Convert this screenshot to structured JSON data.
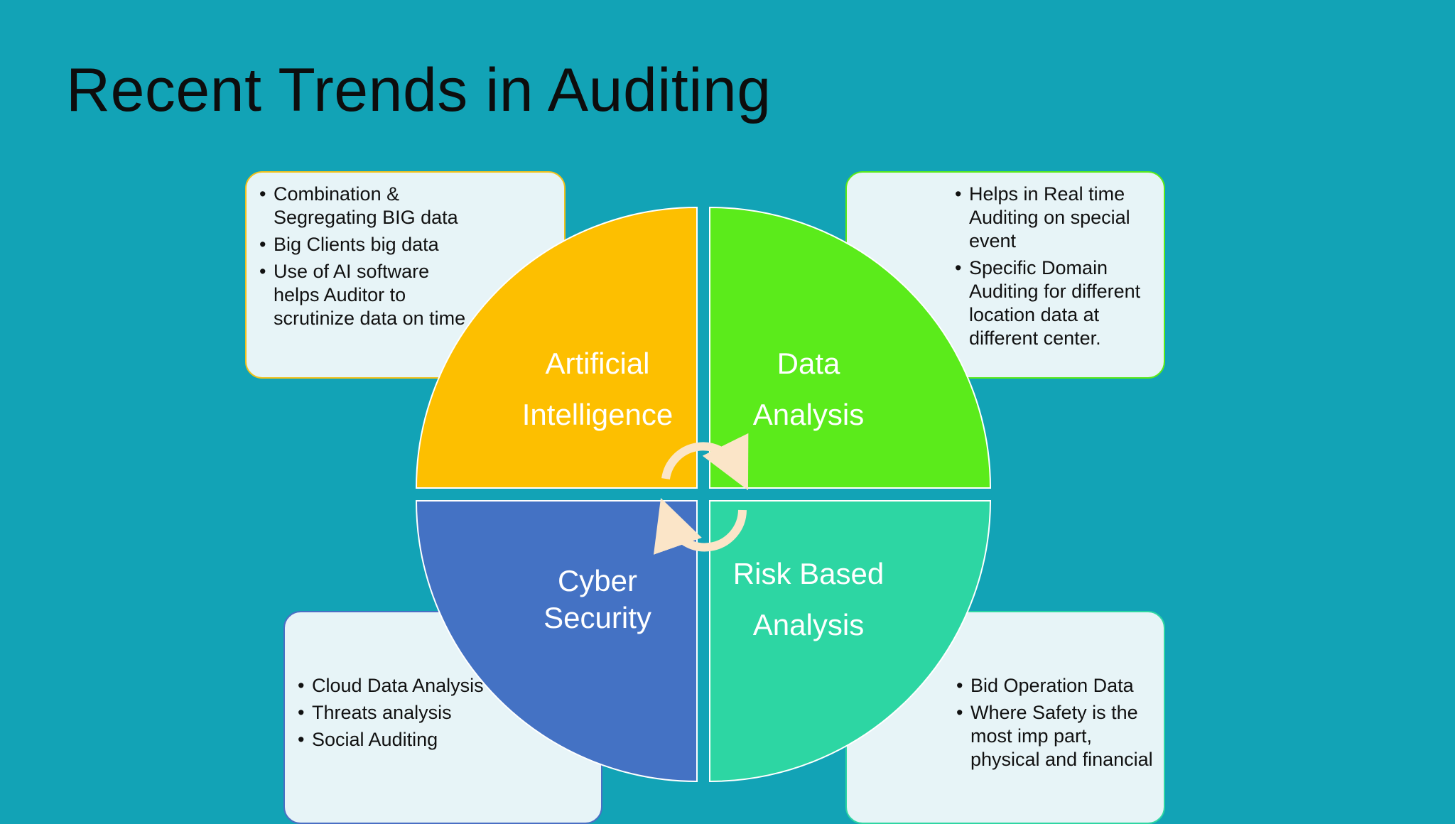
{
  "title": "Recent Trends in Auditing",
  "colors": {
    "background": "#12a3b6",
    "artificial_intelligence": "#fdbf00",
    "data_analysis": "#5beb1b",
    "cyber_security": "#4472c4",
    "risk_based_analysis": "#2dd6a3",
    "cycle_arrows": "#fbe5c8"
  },
  "quadrants": {
    "ai": {
      "line1": "Artificial",
      "line2": "Intelligence"
    },
    "da": {
      "line1": "Data",
      "line2": "Analysis"
    },
    "cs": {
      "line1": "Cyber",
      "line2": "Security"
    },
    "rb": {
      "line1": "Risk Based",
      "line2": "Analysis"
    }
  },
  "boxes": {
    "ai": [
      "Combination & Segregating BIG data",
      "Big Clients big data",
      "Use of AI software helps Auditor to scrutinize data on time"
    ],
    "da": [
      "Helps in Real time Auditing on special event",
      "Specific Domain Auditing for different location data at different center."
    ],
    "cs": [
      "Cloud Data Analysis",
      "Threats analysis",
      "Social Auditing"
    ],
    "rb": [
      "Bid Operation Data",
      "Where Safety is the most imp part, physical and financial"
    ]
  }
}
